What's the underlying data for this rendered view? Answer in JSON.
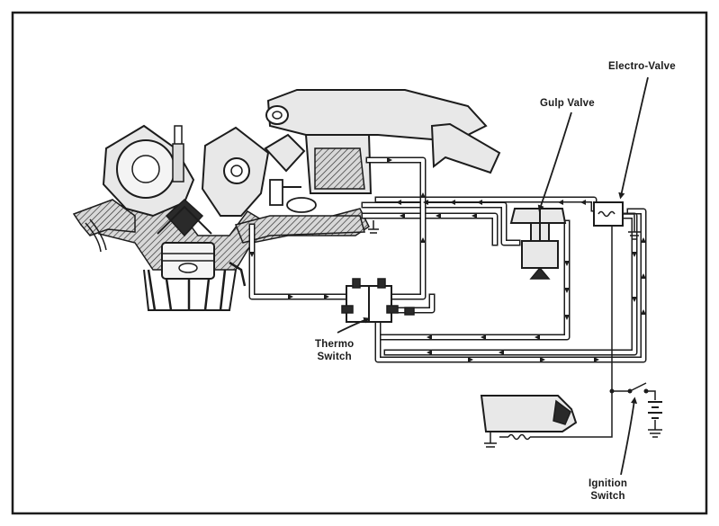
{
  "labels": {
    "electro_valve": "Electro-Valve",
    "gulp_valve": "Gulp Valve",
    "thermo_switch": "Thermo\nSwitch",
    "ignition_switch": "Ignition\nSwitch"
  },
  "colors": {
    "ink": "#1c1c1c",
    "paper": "#ffffff",
    "frame": "#1c1c1c"
  }
}
